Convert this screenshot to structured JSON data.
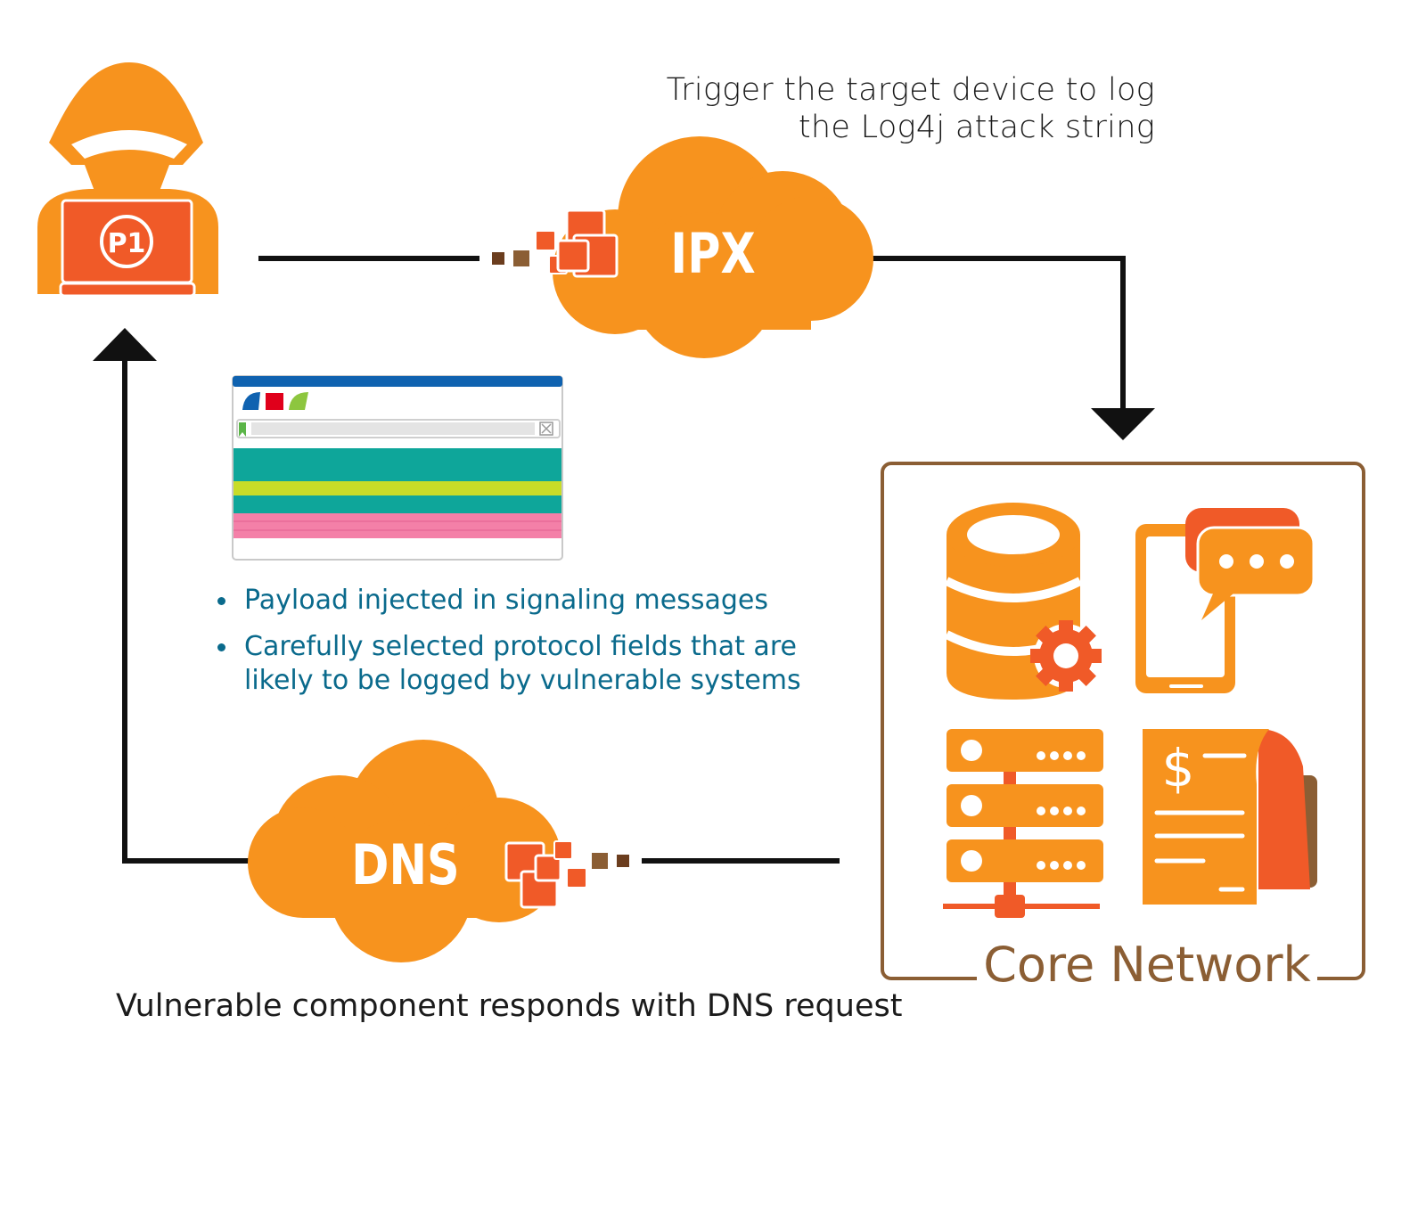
{
  "trigger_text": {
    "line1": "Trigger the target device to log",
    "line2": "the Log4j attack string"
  },
  "ipx_label": "IPX",
  "dns_label": "DNS",
  "attacker_badge": "P1",
  "bullets": [
    "Payload injected in signaling messages",
    "Carefully selected protocol fields that are likely to be logged by vulnerable systems"
  ],
  "core_network_label": "Core Network",
  "dns_response_text": "Vulnerable component responds with DNS request",
  "receipt_symbol": "$",
  "colors": {
    "orange": "#f7931e",
    "red_orange": "#f05a28",
    "brown": "#8b5e34",
    "teal": "#0ea69a",
    "blue_text": "#0a6a8c",
    "black": "#111111"
  }
}
